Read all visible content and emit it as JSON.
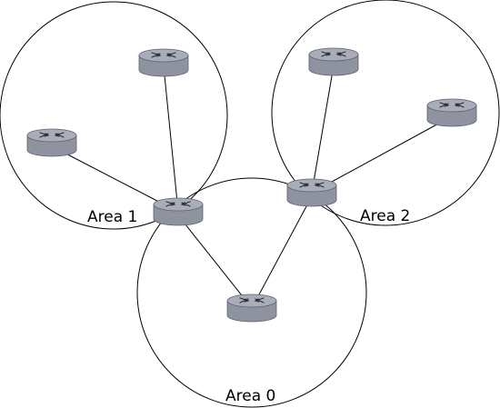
{
  "colors": {
    "stroke": "#000000",
    "router_top": "#a9adb9",
    "router_side": "#8f93a0",
    "router_edge": "#5e6270",
    "router_arrow": "#2b2d33",
    "background": "#ffffff"
  },
  "areas": [
    {
      "id": "area-1",
      "label": "Area 1"
    },
    {
      "id": "area-2",
      "label": "Area 2"
    },
    {
      "id": "area-0",
      "label": "Area 0"
    }
  ],
  "routers": [
    {
      "id": "r-area1-top",
      "icon": "router-icon"
    },
    {
      "id": "r-area1-left",
      "icon": "router-icon"
    },
    {
      "id": "r-abr-1",
      "icon": "router-icon"
    },
    {
      "id": "r-area2-top",
      "icon": "router-icon"
    },
    {
      "id": "r-area2-right",
      "icon": "router-icon"
    },
    {
      "id": "r-abr-2",
      "icon": "router-icon"
    },
    {
      "id": "r-area0-center",
      "icon": "router-icon"
    }
  ],
  "links": [
    {
      "from": "r-area1-top",
      "to": "r-abr-1"
    },
    {
      "from": "r-area1-left",
      "to": "r-abr-1"
    },
    {
      "from": "r-area2-top",
      "to": "r-abr-2"
    },
    {
      "from": "r-area2-right",
      "to": "r-abr-2"
    },
    {
      "from": "r-abr-1",
      "to": "r-area0-center"
    },
    {
      "from": "r-abr-2",
      "to": "r-area0-center"
    }
  ]
}
